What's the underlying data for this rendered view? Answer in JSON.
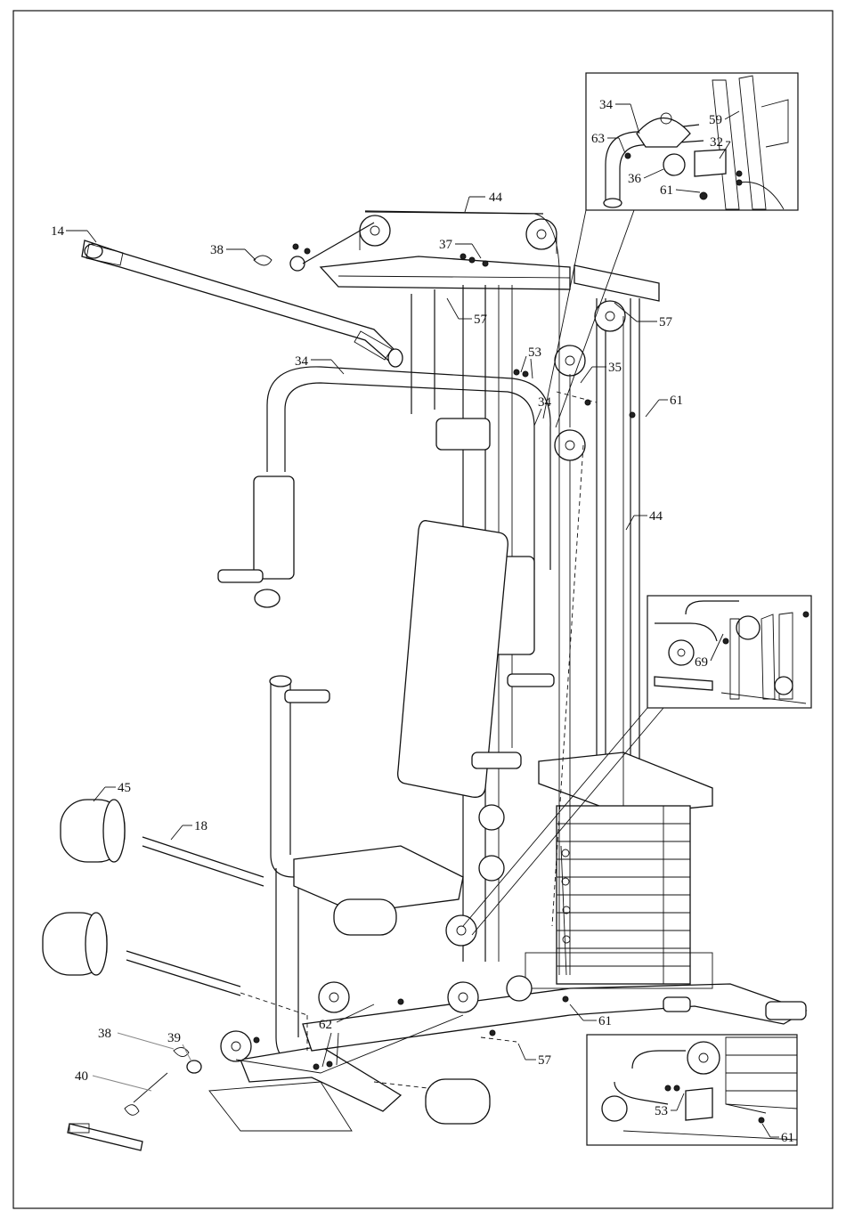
{
  "diagram": {
    "frame_color": "#111111",
    "callouts": [
      {
        "id": "c-44-top",
        "text": "44"
      },
      {
        "id": "c-14",
        "text": "14"
      },
      {
        "id": "c-38-top",
        "text": "38"
      },
      {
        "id": "c-37",
        "text": "37"
      },
      {
        "id": "c-57-upper",
        "text": "57"
      },
      {
        "id": "c-57-right",
        "text": "57"
      },
      {
        "id": "c-34-left",
        "text": "34"
      },
      {
        "id": "c-53-upper",
        "text": "53"
      },
      {
        "id": "c-35",
        "text": "35"
      },
      {
        "id": "c-34-mid",
        "text": "34"
      },
      {
        "id": "c-61-upper",
        "text": "61"
      },
      {
        "id": "c-44-right",
        "text": "44"
      },
      {
        "id": "c-45",
        "text": "45"
      },
      {
        "id": "c-18",
        "text": "18"
      },
      {
        "id": "c-62",
        "text": "62"
      },
      {
        "id": "c-61-lower",
        "text": "61"
      },
      {
        "id": "c-57-lower",
        "text": "57"
      },
      {
        "id": "c-38-bottom",
        "text": "38"
      },
      {
        "id": "c-39",
        "text": "39"
      },
      {
        "id": "c-40",
        "text": "40"
      }
    ],
    "inset_top": {
      "callouts": [
        {
          "id": "i1-34",
          "text": "34"
        },
        {
          "id": "i1-63",
          "text": "63"
        },
        {
          "id": "i1-59",
          "text": "59"
        },
        {
          "id": "i1-32",
          "text": "32"
        },
        {
          "id": "i1-36",
          "text": "36"
        },
        {
          "id": "i1-61",
          "text": "61"
        }
      ]
    },
    "inset_middle": {
      "callouts": [
        {
          "id": "i2-69",
          "text": "69"
        }
      ]
    },
    "inset_bottom": {
      "callouts": [
        {
          "id": "i3-53",
          "text": "53"
        },
        {
          "id": "i3-61",
          "text": "61"
        }
      ]
    }
  }
}
